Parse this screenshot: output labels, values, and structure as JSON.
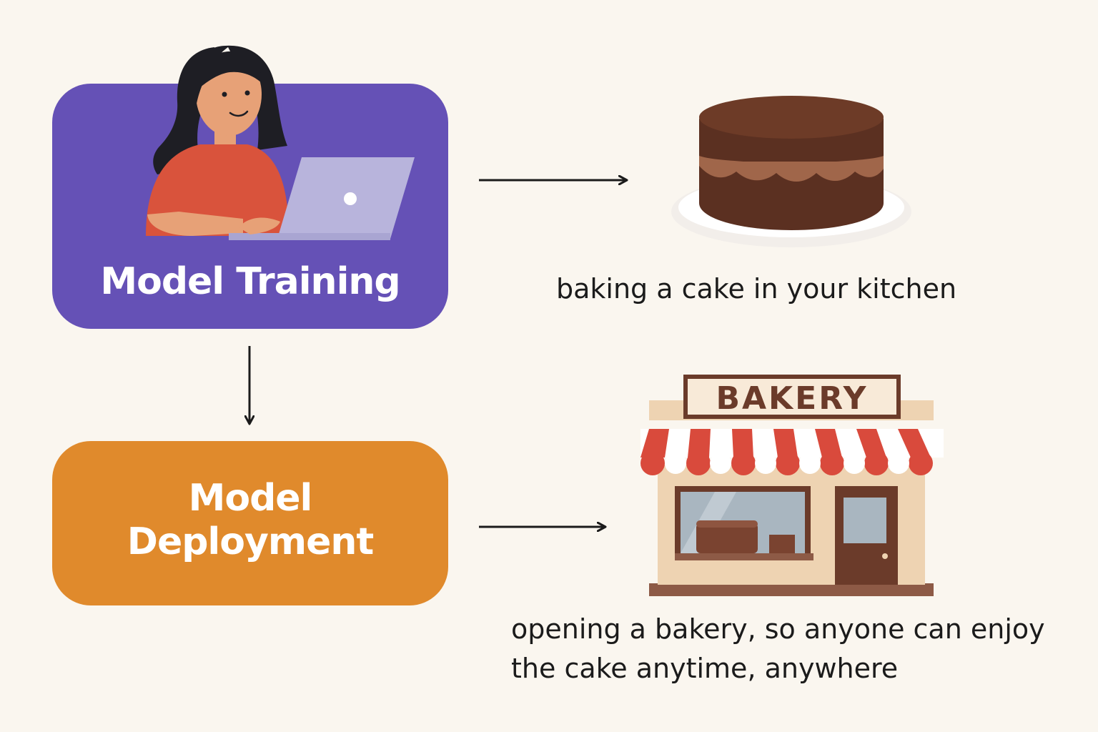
{
  "steps": {
    "training": {
      "label": "Model Training",
      "color": "#6551b6",
      "illustration": "person-with-laptop-icon"
    },
    "deployment": {
      "label": "Model Deployment",
      "label_line1": "Model",
      "label_line2": "Deployment",
      "color": "#e08a2c"
    }
  },
  "analogies": {
    "cake": {
      "caption": "baking a cake in your kitchen",
      "illustration": "cake-icon"
    },
    "bakery": {
      "caption": "opening a bakery, so anyone can enjoy the cake anytime, anywhere",
      "illustration": "bakery-storefront-icon",
      "sign": "BAKERY"
    }
  },
  "colors": {
    "background": "#faf6ef",
    "text": "#1b1b1b",
    "arrow": "#1b1b1b"
  }
}
